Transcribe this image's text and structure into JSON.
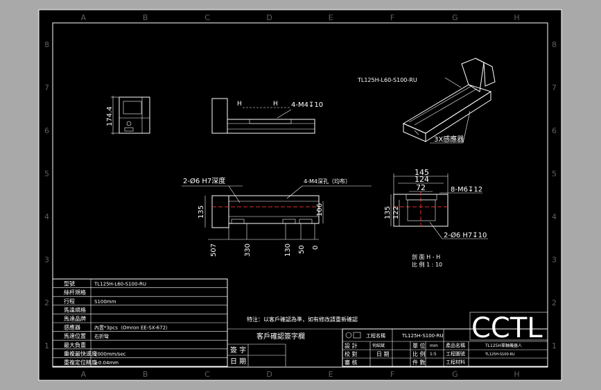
{
  "zones": {
    "columns": [
      "A",
      "B",
      "C",
      "D",
      "E",
      "F",
      "G",
      "H"
    ],
    "rows": [
      "8",
      "7",
      "6",
      "5",
      "4",
      "3",
      "2",
      "1"
    ]
  },
  "annotations": {
    "section_h": "H",
    "top_tap": "4-M4↧10",
    "model_label": "TL125H-L60-S100-RU",
    "sensor_label": "3X感應器",
    "side_height": "174.4",
    "left_pin": "2-Ø6 H7深度",
    "tap_pitch": "4-M4深孔（均布）",
    "front_height_135": "135",
    "front_height_106": "106",
    "front_x_507": "507",
    "front_x_330": "330",
    "front_x_130": "130",
    "front_x_50": "50",
    "front_x_0": "0",
    "sec_w145": "145",
    "sec_w124": "124",
    "sec_w72": "72",
    "sec_m6": "8-M6↧12",
    "sec_h135": "135",
    "sec_h122": "122",
    "sec_pin": "2-Ø6  H7↧10",
    "section_title": "剖  面 H - H",
    "section_scale": "比  例 1 : 10"
  },
  "spec_table": {
    "rows": [
      {
        "label": "型號",
        "value": "TL125H-L60-S100-RU"
      },
      {
        "label": "絲杆規格",
        "value": ""
      },
      {
        "label": "行程",
        "value": "S100mm"
      },
      {
        "label": "馬達規格",
        "value": ""
      },
      {
        "label": "馬達品牌",
        "value": ""
      },
      {
        "label": "感應器",
        "value": "內置*3pcs（Omron EE-SX-672）"
      },
      {
        "label": "馬達位置",
        "value": "右折彎"
      },
      {
        "label": "最大負重",
        "value": ""
      },
      {
        "label": "重複最快速度",
        "value": "2000mm/sec"
      },
      {
        "label": "重複定位精度",
        "value": "±0.04mm"
      }
    ]
  },
  "notes": {
    "special": "特注：以客戶確認為準，如有修改請重新確認",
    "confirm_title": "客戶確認簽字欄",
    "sign": "簽 字",
    "date": "日 期"
  },
  "title_block": {
    "logo_text": "CCTL",
    "project_name_label": "工程名稱",
    "project_name": "TL125H-S100-RU",
    "design_label": "設 計",
    "check_label": "校 對",
    "audit_label": "審 核",
    "design_value": "何紹斌",
    "date_label": "日 期",
    "scale_label": "比 例",
    "scale_value": "1:5",
    "count_label": "件 數",
    "unit_label": "單 位",
    "unit_value": "mm",
    "part_name_label": "產品名稱",
    "part_name": "TL125H單軸機器人",
    "drawing_no_label": "工程圖號",
    "drawing_no": "TL125H-S100-RU",
    "material_label": "工程材料"
  }
}
